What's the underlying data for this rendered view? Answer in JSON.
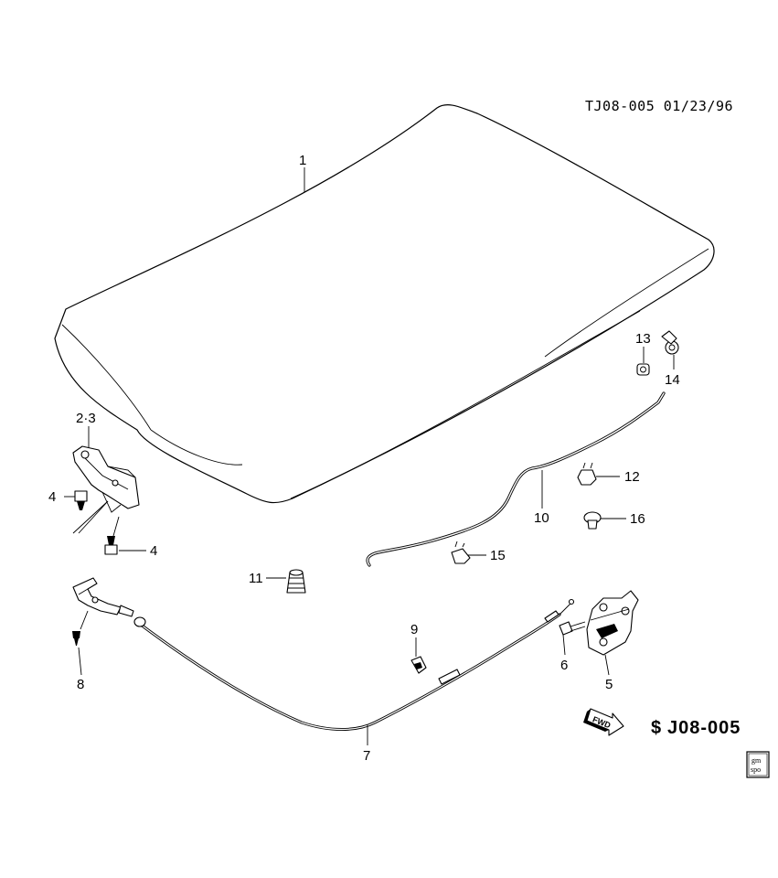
{
  "header": {
    "reference": "TJ08-005 01/23/96"
  },
  "callouts": [
    {
      "id": "callout-1",
      "label": "1"
    },
    {
      "id": "callout-2-3",
      "label": "2·3"
    },
    {
      "id": "callout-4-upper",
      "label": "4"
    },
    {
      "id": "callout-4-lower",
      "label": "4"
    },
    {
      "id": "callout-5",
      "label": "5"
    },
    {
      "id": "callout-6",
      "label": "6"
    },
    {
      "id": "callout-7",
      "label": "7"
    },
    {
      "id": "callout-8",
      "label": "8"
    },
    {
      "id": "callout-9",
      "label": "9"
    },
    {
      "id": "callout-10",
      "label": "10"
    },
    {
      "id": "callout-11",
      "label": "11"
    },
    {
      "id": "callout-12",
      "label": "12"
    },
    {
      "id": "callout-13",
      "label": "13"
    },
    {
      "id": "callout-14",
      "label": "14"
    },
    {
      "id": "callout-15",
      "label": "15"
    },
    {
      "id": "callout-16",
      "label": "16"
    }
  ],
  "fwd_arrow": {
    "label": "FWD"
  },
  "section_code": {
    "symbol": "$",
    "label": "J08-005"
  },
  "gm_spo_badge": {
    "line1": "gm",
    "line2": "spo"
  }
}
